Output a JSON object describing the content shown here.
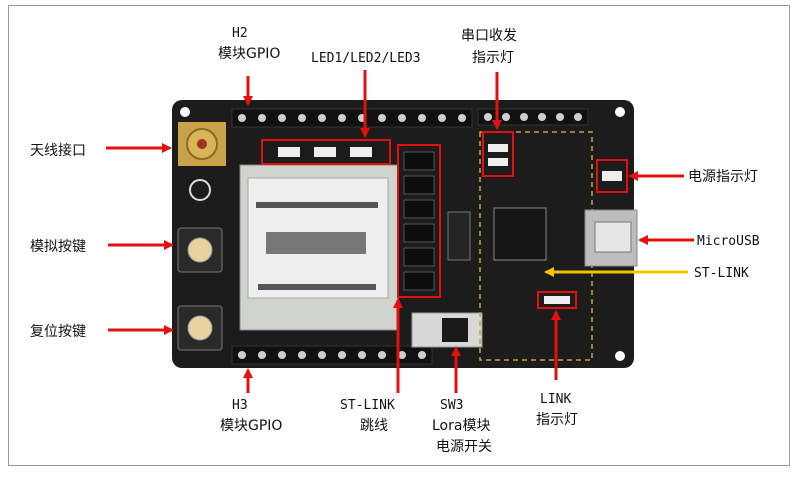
{
  "labels": {
    "h2_line1": "H2",
    "h2_line2": "模块GPIO",
    "led": "LED1/LED2/LED3",
    "serial_line1": "串口收发",
    "serial_line2": "指示灯",
    "antenna": "天线接口",
    "power_led": "电源指示灯",
    "sim_key": "模拟按键",
    "microusb": "MicroUSB",
    "stlink": "ST-LINK",
    "reset_key": "复位按键",
    "h3_line1": "H3",
    "h3_line2": "模块GPIO",
    "stlink_jumper_line1": "ST-LINK",
    "stlink_jumper_line2": "跳线",
    "sw3_line1": "SW3",
    "sw3_line2": "Lora模块",
    "sw3_line3": "电源开关",
    "link_led_line1": "LINK",
    "link_led_line2": "指示灯"
  },
  "colors": {
    "arrow": "#e31010",
    "stlink_arrow": "#f5c400",
    "board": "#1c1c1c",
    "pads": "#cfcfcf"
  }
}
